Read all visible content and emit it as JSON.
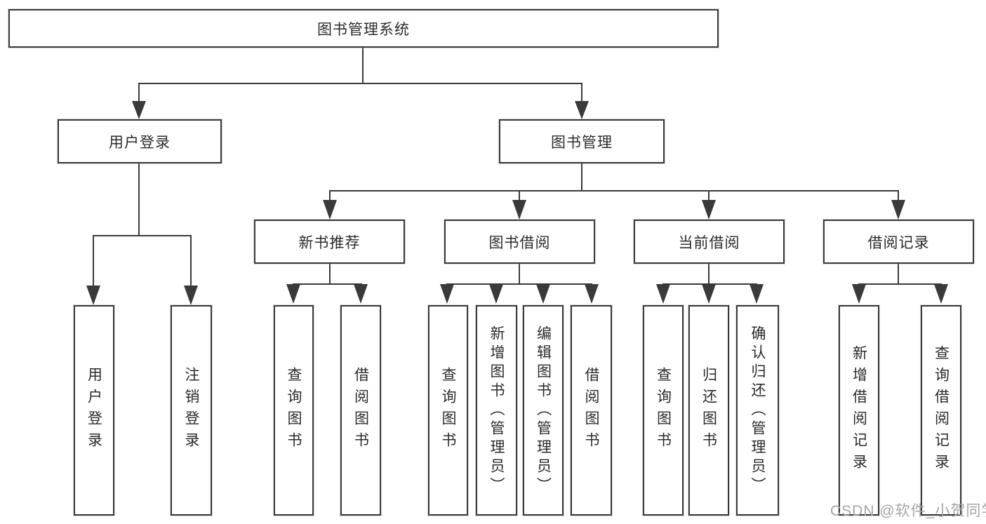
{
  "diagram": {
    "root": {
      "label": "图书管理系统"
    },
    "user_login": {
      "label": "用户登录",
      "children": [
        {
          "label": "用户登录"
        },
        {
          "label": "注销登录"
        }
      ]
    },
    "book_mgmt": {
      "label": "图书管理",
      "modules": [
        {
          "label": "新书推荐",
          "children": [
            {
              "label": "查询图书"
            },
            {
              "label": "借阅图书"
            }
          ]
        },
        {
          "label": "图书借阅",
          "children": [
            {
              "label": "查询图书"
            },
            {
              "label": "新增图书（管理员）"
            },
            {
              "label": "编辑图书（管理员）"
            },
            {
              "label": "借阅图书"
            }
          ]
        },
        {
          "label": "当前借阅",
          "children": [
            {
              "label": "查询图书"
            },
            {
              "label": "归还图书"
            },
            {
              "label": "确认归还（管理员）"
            }
          ]
        },
        {
          "label": "借阅记录",
          "children": [
            {
              "label": "新增借阅记录"
            },
            {
              "label": "查询借阅记录"
            }
          ]
        }
      ]
    }
  },
  "watermark": {
    "text": "CSDN @软件_小贺同学"
  },
  "colors": {
    "line": "#3a3a3a",
    "text": "#2b2b2b",
    "watermark": "#a5a5a5",
    "background": "#ffffff"
  }
}
